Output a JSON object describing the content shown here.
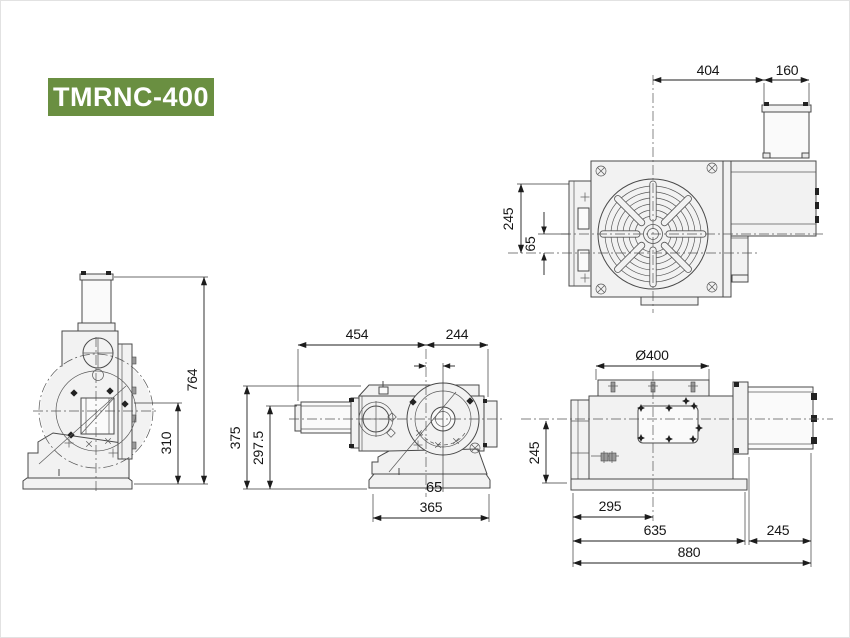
{
  "model_label": "TMRNC-400",
  "colors": {
    "accent_green": "#6A8F41",
    "line": "#4A4A4A",
    "dim_text": "#161616",
    "body_fill": "#F2F2F2"
  },
  "views": {
    "front": {
      "dim_center_to_motor": "404",
      "dim_motor_width": "160",
      "dim_top_to_axis": "245",
      "dim_axis_offset": "65"
    },
    "left_side": {
      "dim_total_height": "764",
      "dim_axis_height": "310"
    },
    "right_side": {
      "dim_rear_length": "454",
      "dim_front_length": "244",
      "dim_body_height": "375",
      "dim_motor_center_height": "297.5",
      "dim_face_offset": "65",
      "dim_base_length": "365"
    },
    "plan": {
      "dim_table_diameter": "Ø400",
      "dim_half_width": "245",
      "dim_axis_from_left": "295",
      "dim_body_length": "635",
      "dim_motor_length": "245",
      "dim_total_length": "880"
    }
  }
}
